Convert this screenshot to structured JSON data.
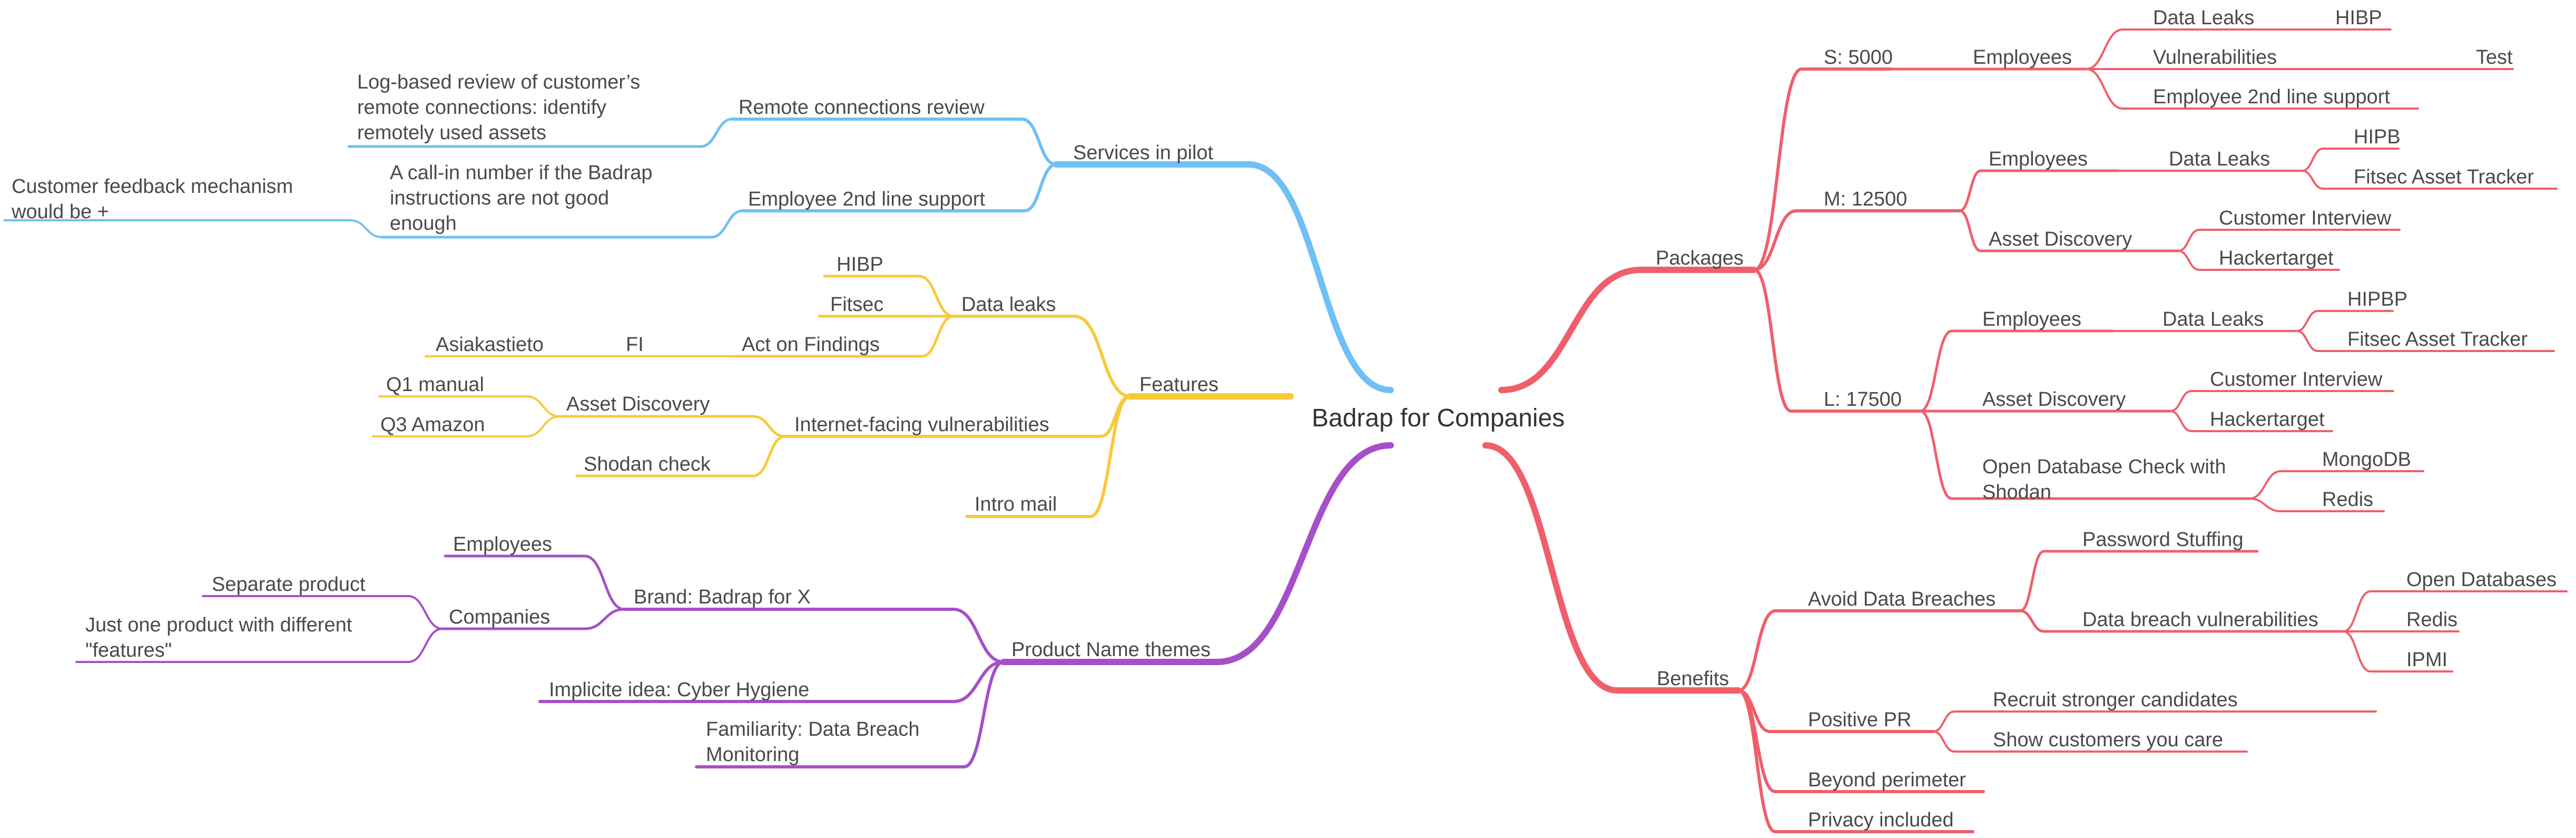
{
  "root": {
    "label": "Badrap for Companies"
  },
  "colors": {
    "blue": "#6ec0f5",
    "yellow": "#f8c93a",
    "purple": "#a64fc8",
    "red": "#ef5f6b",
    "text": "#4a4a4a"
  },
  "nodes": {
    "services": "Services in pilot",
    "remote_review": "Remote connections review",
    "remote_review_note": "Log-based review of customer’s\nremote connections: identify\nremotely used assets",
    "emp_2nd_line": "Employee 2nd line support",
    "emp_2nd_line_note": "A call-in number if the Badrap\ninstructions are not good\nenough",
    "feedback": "Customer feedback mechanism\nwould be +",
    "features": "Features",
    "data_leaks": "Data leaks",
    "hibp": "HIBP",
    "fitsec": "Fitsec",
    "act_on_findings": "Act on Findings",
    "fi": "FI",
    "asiakastieto": "Asiakastieto",
    "inet_vulns": "Internet-facing vulnerabilities",
    "asset_discovery": "Asset Discovery",
    "q1_manual": "Q1 manual",
    "q3_amazon": "Q3 Amazon",
    "shodan_check": "Shodan check",
    "intro_mail": "Intro mail",
    "product_names": "Product Name themes",
    "brand": "Brand: Badrap for X",
    "employees": "Employees",
    "companies": "Companies",
    "separate_product": "Separate product",
    "one_product": "Just one product with different\n\"features\"",
    "implicit": "Implicite idea: Cyber Hygiene",
    "familiarity": "Familiarity: Data Breach\nMonitoring",
    "packages": "Packages",
    "s5000": "S: 5000",
    "s_employees": "Employees",
    "s_data_leaks": "Data Leaks",
    "s_hibp": "HIBP",
    "s_vulns": "Vulnerabilities",
    "s_test": "Test",
    "s_2nd_line": "Employee 2nd line support",
    "m12500": "M: 12500",
    "m_employees": "Employees",
    "m_data_leaks": "Data Leaks",
    "m_hipb": "HIPB",
    "m_fitsec": "Fitsec Asset Tracker",
    "m_asset_discovery": "Asset Discovery",
    "m_customer_interview": "Customer Interview",
    "m_hackertarget": "Hackertarget",
    "l17500": "L: 17500",
    "l_employees": "Employees",
    "l_data_leaks": "Data Leaks",
    "l_hipbp": "HIPBP",
    "l_fitsec": "Fitsec Asset Tracker",
    "l_asset_discovery": "Asset Discovery",
    "l_customer_interview": "Customer Interview",
    "l_hackertarget": "Hackertarget",
    "l_open_db": "Open Database Check with\nShodan",
    "l_mongodb": "MongoDB",
    "l_redis": "Redis",
    "benefits": "Benefits",
    "avoid_breaches": "Avoid Data Breaches",
    "password_stuffing": "Password Stuffing",
    "breach_vulns": "Data breach vulnerabilities",
    "open_databases": "Open Databases",
    "b_redis": "Redis",
    "ipmi": "IPMI",
    "positive_pr": "Positive PR",
    "recruit": "Recruit stronger candidates",
    "show_care": "Show customers you care",
    "beyond_perimeter": "Beyond perimeter",
    "privacy": "Privacy included"
  }
}
